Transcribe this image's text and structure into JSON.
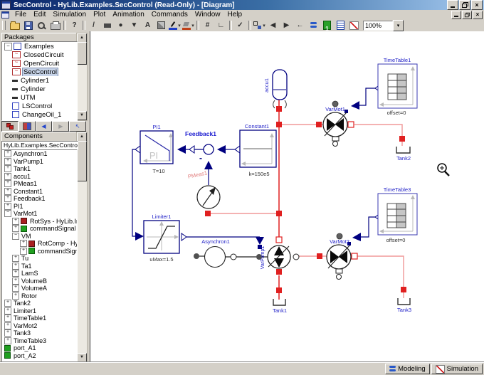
{
  "window": {
    "title": "SecControl - HyLib.Examples.SecControl  (Read-Only) - [Diagram]"
  },
  "menu": {
    "items": [
      "File",
      "Edit",
      "Simulation",
      "Plot",
      "Animation",
      "Commands",
      "Window",
      "Help"
    ]
  },
  "toolbar": {
    "zoom_value": "100%",
    "buttons": [
      {
        "name": "open",
        "type": "css"
      },
      {
        "name": "save",
        "type": "css"
      },
      {
        "name": "zoom-tool",
        "type": "css"
      },
      {
        "name": "print",
        "type": "css"
      },
      {
        "sep": true
      },
      {
        "name": "context-help",
        "glyph": "?"
      },
      {
        "sep": true
      },
      {
        "name": "line-tool",
        "glyph": "/"
      },
      {
        "name": "rectangle-tool",
        "type": "css"
      },
      {
        "name": "ellipse-tool",
        "glyph": "●"
      },
      {
        "name": "polygon-tool",
        "glyph": "▼"
      },
      {
        "name": "text-tool",
        "glyph": "A"
      },
      {
        "name": "bitmap-tool",
        "type": "css"
      },
      {
        "name": "pen-color",
        "type": "css",
        "dropdown": true
      },
      {
        "name": "fill-color",
        "type": "css",
        "dropdown": true
      },
      {
        "sep": true
      },
      {
        "name": "grid",
        "glyph": "#"
      },
      {
        "name": "snap",
        "glyph": "∟"
      },
      {
        "sep": true
      },
      {
        "name": "check-model",
        "glyph": "✓"
      },
      {
        "sep": true
      },
      {
        "name": "component-mode",
        "type": "css",
        "dropdown": true
      },
      {
        "name": "previous",
        "glyph": "◀"
      },
      {
        "name": "next",
        "glyph": "▶"
      },
      {
        "name": "navigate-back",
        "glyph": "←"
      },
      {
        "name": "modeling-view",
        "type": "css"
      },
      {
        "name": "documentation",
        "type": "css"
      },
      {
        "name": "diagram-view",
        "type": "css"
      },
      {
        "name": "simulation-view",
        "type": "css"
      }
    ]
  },
  "packages_panel": {
    "title": "Packages",
    "items": [
      {
        "label": "Examples",
        "depth": 0,
        "icon": "package",
        "expander": "minus"
      },
      {
        "label": "ClosedCircuit",
        "depth": 1,
        "icon": "model-red"
      },
      {
        "label": "OpenCircuit",
        "depth": 1,
        "icon": "model-red"
      },
      {
        "label": "SecControl",
        "depth": 1,
        "icon": "model-red",
        "selected": true
      },
      {
        "label": "Cylinder1",
        "depth": 1,
        "icon": "model-dark"
      },
      {
        "label": "Cylinder",
        "depth": 1,
        "icon": "model-dark"
      },
      {
        "label": "UTM",
        "depth": 1,
        "icon": "model-dark"
      },
      {
        "label": "LSControl",
        "depth": 1,
        "icon": "model-blue"
      },
      {
        "label": "ChangeOil_1",
        "depth": 1,
        "icon": "model-blue"
      }
    ],
    "buttons": [
      {
        "name": "package-browser",
        "pressed": true
      },
      {
        "name": "palette"
      },
      {
        "name": "back",
        "glyph": "◀"
      },
      {
        "name": "forward",
        "glyph": "▶"
      },
      {
        "name": "up",
        "glyph": "↖"
      }
    ]
  },
  "components_panel": {
    "title": "Components",
    "root": "HyLib.Examples.SecControl",
    "items": [
      {
        "label": "Asynchron1",
        "depth": 0,
        "expander": "plus"
      },
      {
        "label": "VarPump1",
        "depth": 0,
        "expander": "plus"
      },
      {
        "label": "Tank1",
        "depth": 0,
        "expander": "plus"
      },
      {
        "label": "accu1",
        "depth": 0,
        "expander": "plus"
      },
      {
        "label": "PMeas1",
        "depth": 0,
        "expander": "plus"
      },
      {
        "label": "Constant1",
        "depth": 0,
        "expander": "plus"
      },
      {
        "label": "Feedback1",
        "depth": 0,
        "expander": "plus"
      },
      {
        "label": "PI1",
        "depth": 0,
        "expander": "plus"
      },
      {
        "label": "VarMot1",
        "depth": 0,
        "expander": "minus"
      },
      {
        "label": "RotSys - HyLib.Interfaces...",
        "depth": 1,
        "expander": "plus",
        "icon": "red-box"
      },
      {
        "label": "commandSignal",
        "depth": 1,
        "expander": "plus",
        "icon": "green-box"
      },
      {
        "label": "VM",
        "depth": 1,
        "expander": "minus"
      },
      {
        "label": "RotComp - HyLib.Interf...",
        "depth": 2,
        "expander": "plus",
        "icon": "red-box"
      },
      {
        "label": "commandSignal",
        "depth": 2,
        "expander": "plus",
        "icon": "green-box"
      },
      {
        "label": "Tu",
        "depth": 1,
        "expander": "plus"
      },
      {
        "label": "Ta1",
        "depth": 1,
        "expander": "plus"
      },
      {
        "label": "LamS",
        "depth": 1,
        "expander": "plus"
      },
      {
        "label": "VolumeB",
        "depth": 1,
        "expander": "plus"
      },
      {
        "label": "VolumeA",
        "depth": 1,
        "expander": "plus"
      },
      {
        "label": "Rotor",
        "depth": 1,
        "expander": "plus"
      },
      {
        "label": "Tank2",
        "depth": 0,
        "expander": "plus"
      },
      {
        "label": "Limiter1",
        "depth": 0,
        "expander": "plus"
      },
      {
        "label": "TimeTable1",
        "depth": 0,
        "expander": "plus"
      },
      {
        "label": "VarMot2",
        "depth": 0,
        "expander": "plus"
      },
      {
        "label": "Tank3",
        "depth": 0,
        "expander": "plus"
      },
      {
        "label": "TimeTable3",
        "depth": 0,
        "expander": "plus"
      },
      {
        "label": "port_A1",
        "depth": 0,
        "icon": "green-box"
      },
      {
        "label": "port_A2",
        "depth": 0,
        "icon": "green-box"
      }
    ]
  },
  "diagram": {
    "labels": {
      "pi1": "PI1",
      "pi1_param": "T=10",
      "pi_inner": "PI",
      "feedback1": "Feedback1",
      "feedback_minus": "-",
      "pmeas1": "PMeas1",
      "constant1": "Constant1",
      "constant1_param": "k=150e5",
      "accu1": "accu1",
      "varmot1": "VarMot1",
      "timetable1": "TimeTable1",
      "timetable1_param": "offset=0",
      "tank2": "Tank2",
      "limiter1": "Limiter1",
      "limiter1_param": "uMax=1.5",
      "asynchron1": "Asynchron1",
      "varpump1": "VarPump1",
      "tank1": "Tank1",
      "varmot2": "VarMot2",
      "timetable3": "TimeTable3",
      "timetable3_param": "offset=0",
      "tank3": "Tank3"
    }
  },
  "statusbar": {
    "modeling": "Modeling",
    "simulation": "Simulation"
  },
  "colors": {
    "hydraulic_red": "#e02020",
    "hydraulic_pink": "#f09898",
    "signal_navy": "#000080",
    "label_blue": "#2121c8",
    "chrome": "#d4d0c8",
    "title_gradient_start": "#0a246a",
    "title_gradient_end": "#a6caf0"
  }
}
